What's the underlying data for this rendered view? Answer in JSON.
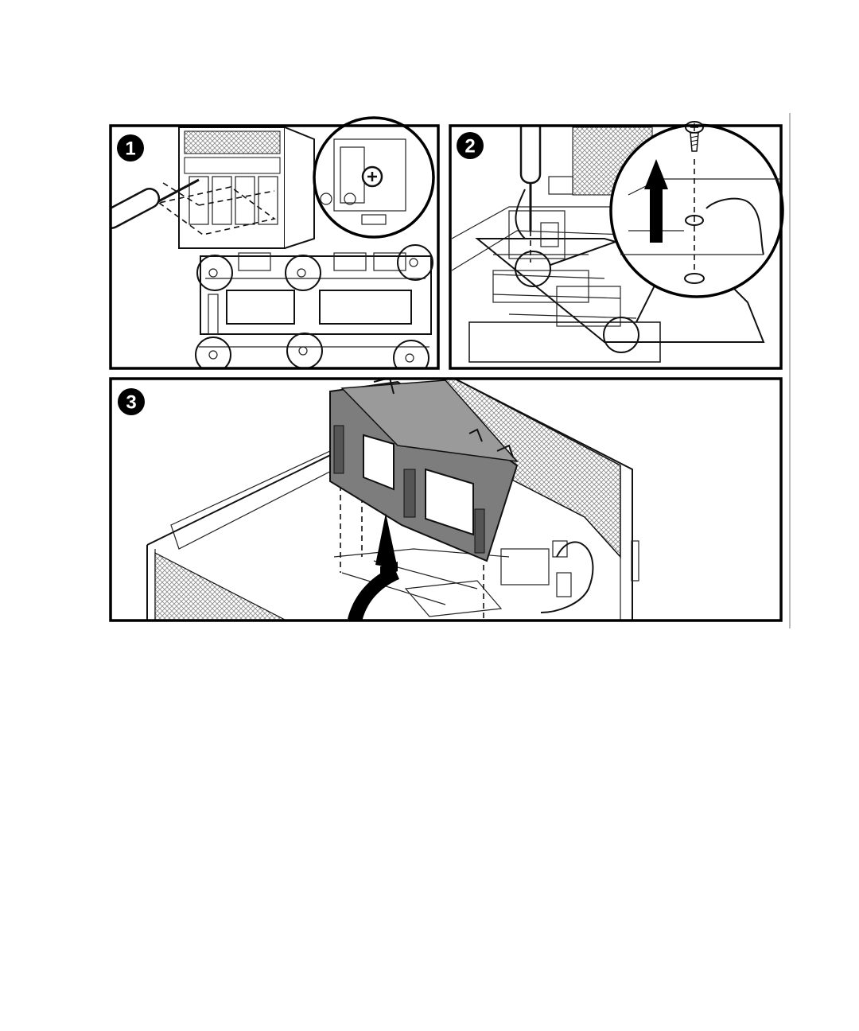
{
  "steps": [
    {
      "number": "1"
    },
    {
      "number": "2"
    },
    {
      "number": "3"
    }
  ],
  "colors": {
    "line": "#111111",
    "mesh": "#9a9a9a",
    "board": "#7d7d7d",
    "arrow": "#000000",
    "background": "#ffffff"
  },
  "icons": [
    "screwdriver-icon",
    "screw-icon",
    "up-arrow-icon",
    "curved-arrow-icon"
  ]
}
